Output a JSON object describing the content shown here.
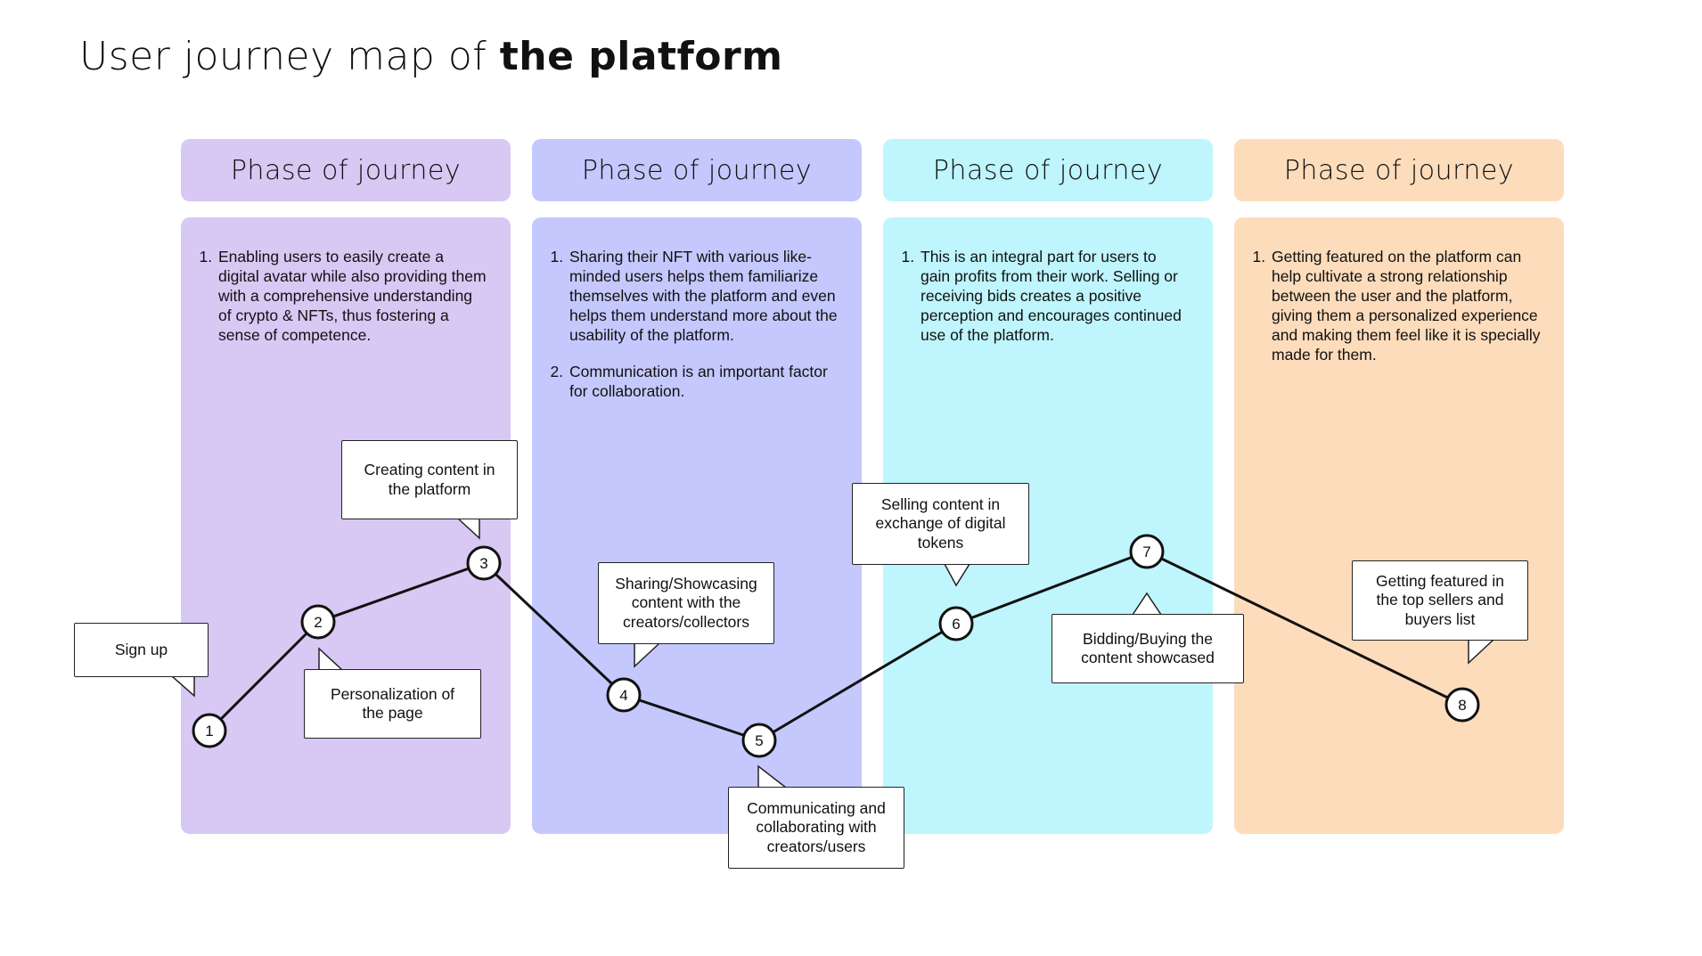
{
  "title": {
    "regular": "User journey map of ",
    "bold": "the platform"
  },
  "colors": {
    "phase1": "#d8c8f4",
    "phase2": "#c5c8fd",
    "phase3": "#bff5fc",
    "phase4": "#fddcbc",
    "line": "#111111"
  },
  "phases": [
    {
      "header": "Phase of journey",
      "items": [
        "Enabling users to easily create a digital avatar while also providing them with a comprehensive understanding of crypto & NFTs, thus fostering a sense of competence."
      ]
    },
    {
      "header": "Phase of journey",
      "items": [
        "Sharing their NFT with various like-minded users helps them familiarize themselves with the platform and even helps them understand more about the usability of the platform.",
        "Communication is an important factor for collaboration."
      ]
    },
    {
      "header": "Phase of journey",
      "items": [
        "This is an integral part for users to gain profits from their work. Selling or receiving bids creates a positive perception and encourages continued use of the platform."
      ]
    },
    {
      "header": "Phase of journey",
      "items": [
        "Getting featured on the platform can help cultivate a strong relationship between the user and the platform, giving them a personalized experience and making them feel like it is specially made for them."
      ]
    }
  ],
  "steps": [
    {
      "number": "1",
      "label": "Sign up"
    },
    {
      "number": "2",
      "label": "Personalization of the page"
    },
    {
      "number": "3",
      "label": "Creating content in the platform"
    },
    {
      "number": "4",
      "label": "Sharing/Showcasing content with the creators/collectors"
    },
    {
      "number": "5",
      "label": "Communicating and collaborating with creators/users"
    },
    {
      "number": "6",
      "label": "Selling content in exchange of digital tokens"
    },
    {
      "number": "7",
      "label": "Bidding/Buying the content showcased"
    },
    {
      "number": "8",
      "label": "Getting featured in the top sellers and buyers list"
    }
  ]
}
